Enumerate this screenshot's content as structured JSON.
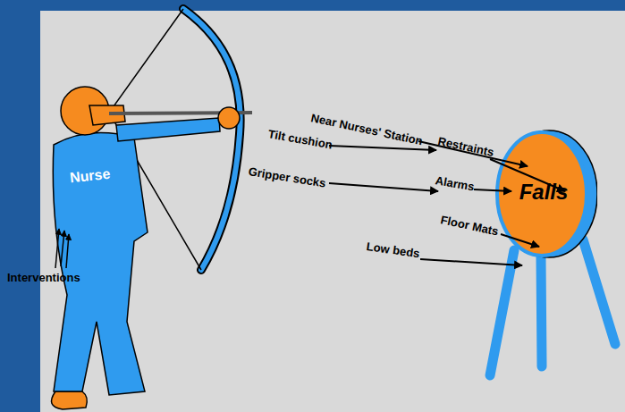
{
  "diagram": {
    "nodes": [
      {
        "text": [
          "Nurse"
        ]
      },
      {
        "text": [
          "Falls"
        ]
      }
    ],
    "labels": [
      "Near Nurses' Station",
      "Tilt cushion",
      "Restraints",
      "Gripper socks",
      "Alarms",
      "Floor Mats",
      "Low beds",
      "Interventions"
    ]
  }
}
